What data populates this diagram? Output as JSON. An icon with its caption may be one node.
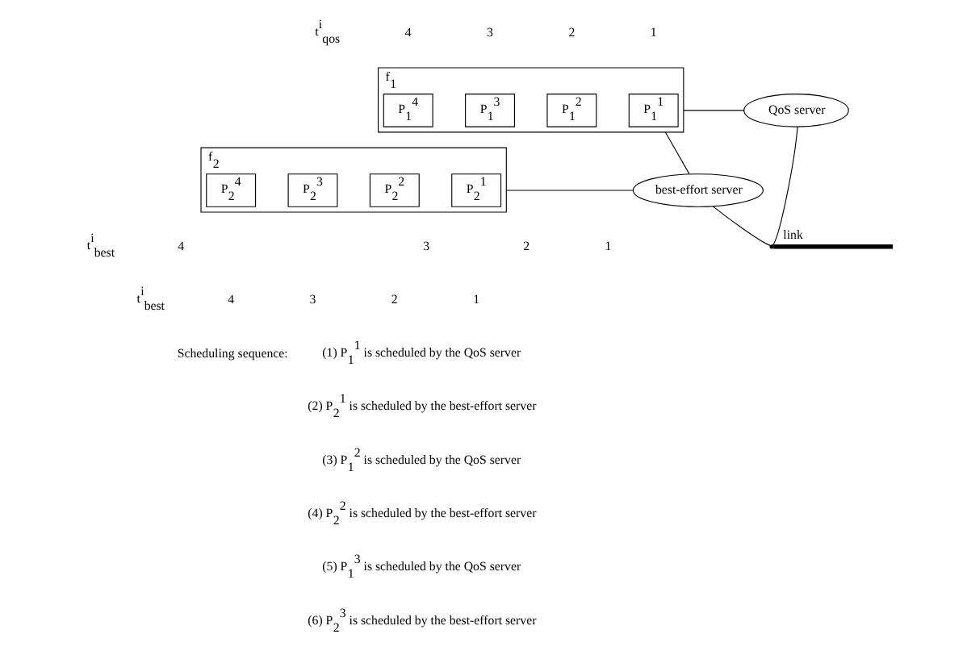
{
  "diagram": {
    "nodes": [
      {
        "text": [
          "f$_{1}$"
        ]
      },
      {
        "text": [
          "P$_{1}$$^{4}$"
        ],
        "in": 0
      },
      {
        "text": [
          "P$_{1}$$^{3}$"
        ],
        "in": 0
      },
      {
        "text": [
          "P$_{1}$$^{2}$"
        ],
        "in": 0
      },
      {
        "text": [
          "P$_{1}$$^{1}$"
        ],
        "in": 0
      },
      {
        "text": [
          "f$_{2}$"
        ]
      },
      {
        "text": [
          "P$_{2}$$^{4}$"
        ],
        "in": 5
      },
      {
        "text": [
          "P$_{2}$$^{3}$"
        ],
        "in": 5
      },
      {
        "text": [
          "P$_{2}$$^{2}$"
        ],
        "in": 5
      },
      {
        "text": [
          "P$_{2}$$^{1}$"
        ],
        "in": 5
      },
      {
        "text": [
          "QoS server"
        ]
      },
      {
        "text": [
          "best-effort server"
        ]
      },
      {
        "text": [],
        "shape": "point"
      }
    ],
    "edges": [
      {
        "from": 0,
        "to": 10,
        "arrow": "none"
      },
      {
        "from": 0,
        "to": 11,
        "arrow": "none"
      },
      {
        "from": 5,
        "to": 11,
        "arrow": "none"
      },
      {
        "from": 10,
        "to": 12,
        "arrow": "none"
      },
      {
        "from": 11,
        "to": 12,
        "arrow": "none"
      },
      {
        "from": 12,
        "to": null,
        "arrow": "none",
        "label": "link",
        "style": "thick"
      }
    ],
    "labels": [
      "t$^{i}$$_{qos}$",
      "4",
      "3",
      "2",
      "1",
      "t$^{i}$$_{best}$",
      "4",
      "3",
      "2",
      "1",
      "t$^{i}$$_{best}$",
      "4",
      "3",
      "2",
      "1",
      "Scheduling sequence:",
      "(1) P$_{1}$$^{1}$ is scheduled by the QoS server",
      "(2) P$_{2}$$^{1}$ is scheduled by the best-effort server",
      "(3) P$_{1}$$^{2}$ is scheduled by the QoS server",
      "(4) P$_{2}$$^{2}$ is scheduled by the best-effort server",
      "(5) P$_{1}$$^{3}$ is scheduled by the QoS server",
      "(6) P$_{2}$$^{3}$ is scheduled by the best-effort server"
    ]
  }
}
